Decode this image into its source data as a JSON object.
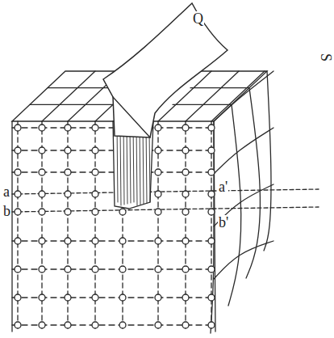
{
  "diagram": {
    "labels": [
      "Q",
      "a",
      "b",
      "a'",
      "b'",
      "S"
    ]
  }
}
